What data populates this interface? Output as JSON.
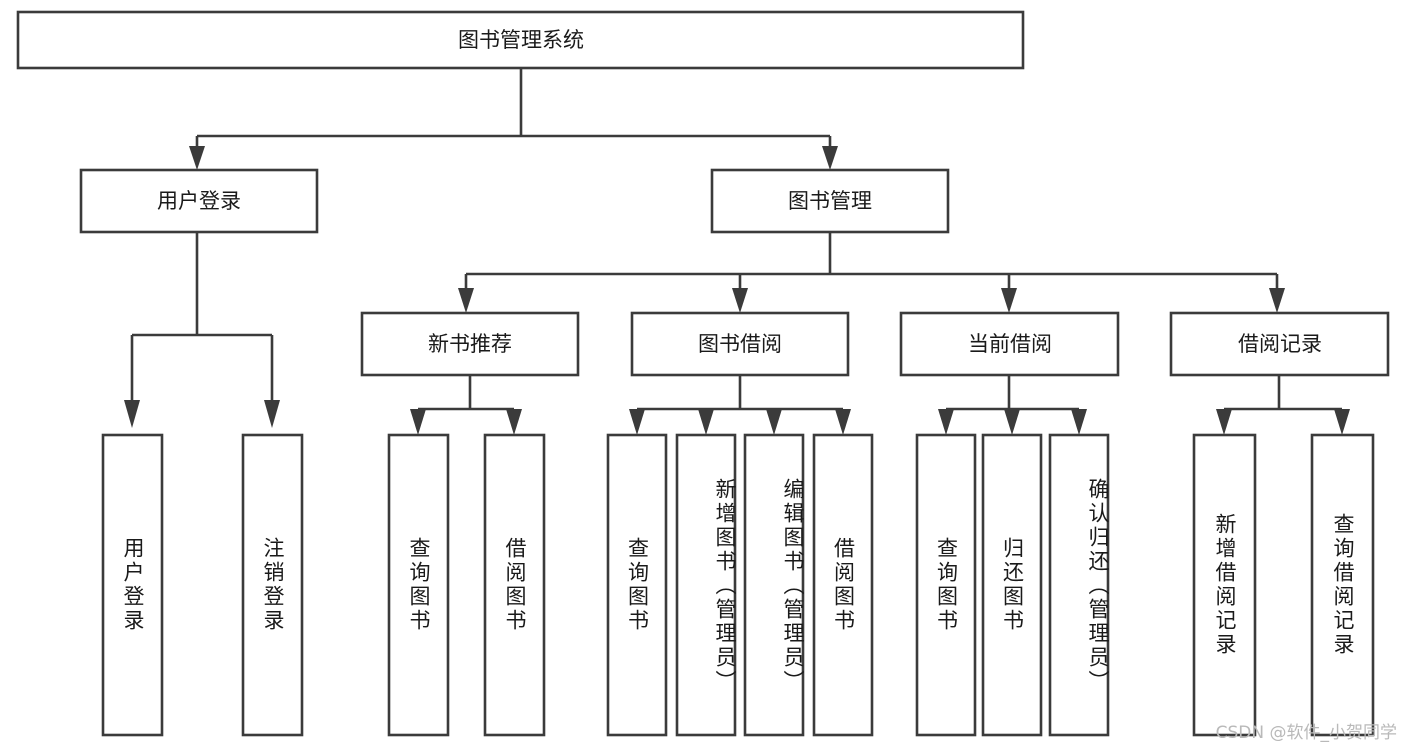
{
  "diagram": {
    "type": "tree-hierarchy",
    "title": "图书管理系统",
    "root": {
      "id": "root",
      "label": "图书管理系统",
      "orientation": "horizontal"
    },
    "level1": [
      {
        "id": "user-login",
        "label": "用户登录",
        "orientation": "horizontal"
      },
      {
        "id": "book-manage",
        "label": "图书管理",
        "orientation": "horizontal"
      }
    ],
    "level2": [
      {
        "id": "new-book-recommend",
        "label": "新书推荐",
        "orientation": "horizontal",
        "parent": "book-manage"
      },
      {
        "id": "book-borrow",
        "label": "图书借阅",
        "orientation": "horizontal",
        "parent": "book-manage"
      },
      {
        "id": "current-borrow",
        "label": "当前借阅",
        "orientation": "horizontal",
        "parent": "book-manage"
      },
      {
        "id": "borrow-record",
        "label": "借阅记录",
        "orientation": "horizontal",
        "parent": "book-manage"
      }
    ],
    "leaves": [
      {
        "id": "leaf-user-login",
        "label": "用户登录",
        "parent": "user-login",
        "orientation": "vertical"
      },
      {
        "id": "leaf-user-logout",
        "label": "注销登录",
        "parent": "user-login",
        "orientation": "vertical"
      },
      {
        "id": "leaf-query-book-1",
        "label": "查询图书",
        "parent": "new-book-recommend",
        "orientation": "vertical"
      },
      {
        "id": "leaf-borrow-book-1",
        "label": "借阅图书",
        "parent": "new-book-recommend",
        "orientation": "vertical"
      },
      {
        "id": "leaf-query-book-2",
        "label": "查询图书",
        "parent": "book-borrow",
        "orientation": "vertical"
      },
      {
        "id": "leaf-add-book",
        "label": "新增图书（管理员）",
        "parent": "book-borrow",
        "orientation": "vertical"
      },
      {
        "id": "leaf-edit-book",
        "label": "编辑图书（管理员）",
        "parent": "book-borrow",
        "orientation": "vertical"
      },
      {
        "id": "leaf-borrow-book-2",
        "label": "借阅图书",
        "parent": "book-borrow",
        "orientation": "vertical"
      },
      {
        "id": "leaf-query-book-3",
        "label": "查询图书",
        "parent": "current-borrow",
        "orientation": "vertical"
      },
      {
        "id": "leaf-return-book",
        "label": "归还图书",
        "parent": "current-borrow",
        "orientation": "vertical"
      },
      {
        "id": "leaf-confirm-return",
        "label": "确认归还（管理员）",
        "parent": "current-borrow",
        "orientation": "vertical"
      },
      {
        "id": "leaf-add-record",
        "label": "新增借阅记录",
        "parent": "borrow-record",
        "orientation": "vertical"
      },
      {
        "id": "leaf-query-record",
        "label": "查询借阅记录",
        "parent": "borrow-record",
        "orientation": "vertical"
      }
    ],
    "colors": {
      "stroke": "#3b3b3b",
      "fill": "#ffffff",
      "text": "#1a1a1a",
      "watermark": "#b9b9b9",
      "background": "#ffffff"
    }
  },
  "watermark": {
    "text": "CSDN @软件_小贺同学"
  }
}
